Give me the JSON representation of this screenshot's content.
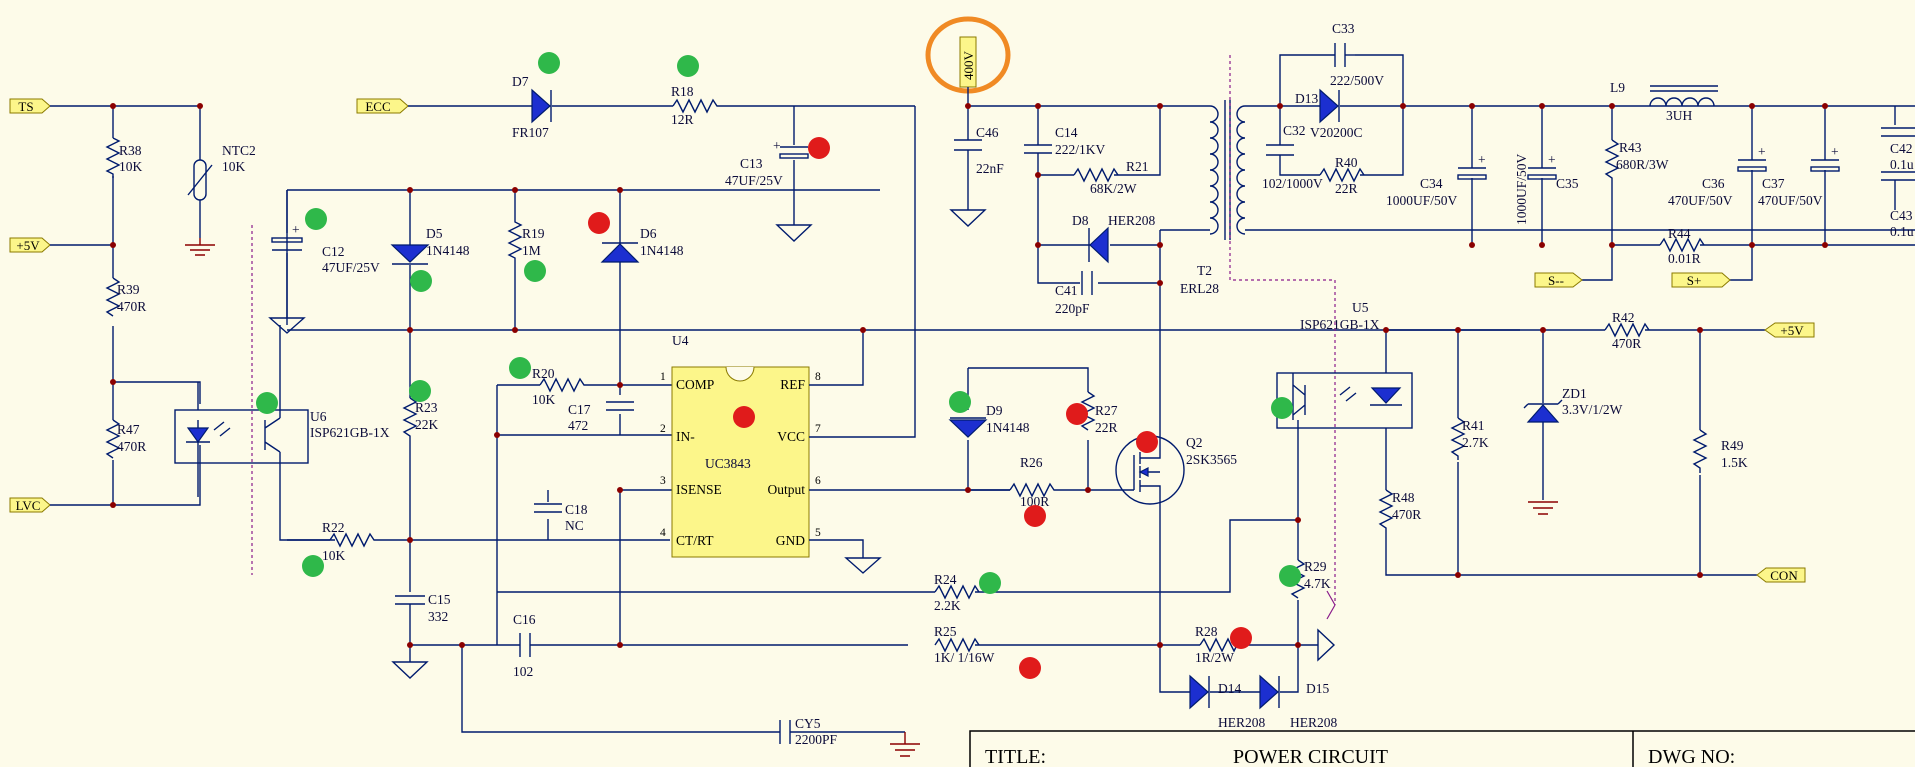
{
  "ports": {
    "ts": "TS",
    "p5v_left": "+5V",
    "lvc": "LVC",
    "ecc": "ECC",
    "s_minus": "S--",
    "s_plus": "S+",
    "p5v_right": "+5V",
    "con": "CON"
  },
  "hv_label": "400V",
  "components": {
    "R38": {
      "ref": "R38",
      "val": "10K"
    },
    "NTC2": {
      "ref": "NTC2",
      "val": "10K"
    },
    "R39": {
      "ref": "R39",
      "val": "470R"
    },
    "R47": {
      "ref": "R47",
      "val": "470R"
    },
    "U6": {
      "ref": "U6",
      "val": "ISP621GB-1X"
    },
    "D7": {
      "ref": "D7",
      "val": "FR107"
    },
    "R18": {
      "ref": "R18",
      "val": "12R"
    },
    "C13": {
      "ref": "C13",
      "val": "47UF/25V"
    },
    "C12": {
      "ref": "C12",
      "val": "47UF/25V"
    },
    "D5": {
      "ref": "D5",
      "val": "1N4148"
    },
    "R19": {
      "ref": "R19",
      "val": "1M"
    },
    "D6": {
      "ref": "D6",
      "val": "1N4148"
    },
    "R23": {
      "ref": "R23",
      "val": "22K"
    },
    "R20": {
      "ref": "R20",
      "val": "10K"
    },
    "C17": {
      "ref": "C17",
      "val": "472"
    },
    "C18": {
      "ref": "C18",
      "val": "NC"
    },
    "R22": {
      "ref": "R22",
      "val": "10K"
    },
    "C15": {
      "ref": "C15",
      "val": "332"
    },
    "C16": {
      "ref": "C16",
      "val": "102"
    },
    "CY5": {
      "ref": "CY5",
      "val": "2200PF"
    },
    "U4": {
      "ref": "U4",
      "val": "UC3843"
    },
    "C46": {
      "ref": "C46",
      "val": "22nF"
    },
    "C14": {
      "ref": "C14",
      "val": "222/1KV"
    },
    "R21": {
      "ref": "R21",
      "val": "68K/2W"
    },
    "D8": {
      "ref": "D8",
      "val": "HER208"
    },
    "C41": {
      "ref": "C41",
      "val": "220pF"
    },
    "T2": {
      "ref": "T2",
      "val": "ERL28"
    },
    "D9": {
      "ref": "D9",
      "val": "1N4148"
    },
    "R27": {
      "ref": "R27",
      "val": "22R"
    },
    "R26": {
      "ref": "R26",
      "val": "100R"
    },
    "Q2": {
      "ref": "Q2",
      "val": "2SK3565"
    },
    "R24": {
      "ref": "R24",
      "val": "2.2K"
    },
    "R25": {
      "ref": "R25",
      "val": "1K/ 1/16W"
    },
    "R28": {
      "ref": "R28",
      "val": "1R/2W"
    },
    "D14": {
      "ref": "D14",
      "val": "HER208"
    },
    "D15": {
      "ref": "D15",
      "val": "HER208"
    },
    "R29": {
      "ref": "R29",
      "val": "4.7K"
    },
    "C33": {
      "ref": "C33",
      "val": "222/500V"
    },
    "D13": {
      "ref": "D13",
      "val": "V20200C"
    },
    "C32": {
      "ref": "C32",
      "val": "102/1000V"
    },
    "R40": {
      "ref": "R40",
      "val": "22R"
    },
    "C34": {
      "ref": "C34",
      "val": "1000UF/50V"
    },
    "C35": {
      "ref": "C35",
      "val": "1000UF/50V"
    },
    "L9": {
      "ref": "L9",
      "val": "3UH"
    },
    "R43": {
      "ref": "R43",
      "val": "680R/3W"
    },
    "C36": {
      "ref": "C36",
      "val": "470UF/50V"
    },
    "C37": {
      "ref": "C37",
      "val": "470UF/50V"
    },
    "R44": {
      "ref": "R44",
      "val": "0.01R"
    },
    "C42": {
      "ref": "C42",
      "val": "0.1u"
    },
    "C43": {
      "ref": "C43",
      "val": "0.1u"
    },
    "U5": {
      "ref": "U5",
      "val": "ISP621GB-1X"
    },
    "R42": {
      "ref": "R42",
      "val": "470R"
    },
    "R41": {
      "ref": "R41",
      "val": "2.7K"
    },
    "ZD1": {
      "ref": "ZD1",
      "val": "3.3V/1/2W"
    },
    "R48": {
      "ref": "R48",
      "val": "470R"
    },
    "R49": {
      "ref": "R49",
      "val": "1.5K"
    }
  },
  "ic_pins": {
    "comp": "COMP",
    "ref": "REF",
    "in_minus": "IN-",
    "vcc": "VCC",
    "isense": "ISENSE",
    "output": "Output",
    "ctrt": "CT/RT",
    "gnd": "GND",
    "n1": "1",
    "n2": "2",
    "n3": "3",
    "n4": "4",
    "n5": "5",
    "n6": "6",
    "n7": "7",
    "n8": "8"
  },
  "title_block": {
    "title_label": "TITLE:",
    "title_value": "POWER CIRCUIT",
    "dwg_label": "DWG NO:"
  },
  "colors": {
    "wire": "#001b6e",
    "junction": "#8b0000",
    "port_fill": "#fcf68a",
    "green_marker": "#2fb84a",
    "red_marker": "#e01b1b",
    "highlight_circle": "#f08a24"
  }
}
